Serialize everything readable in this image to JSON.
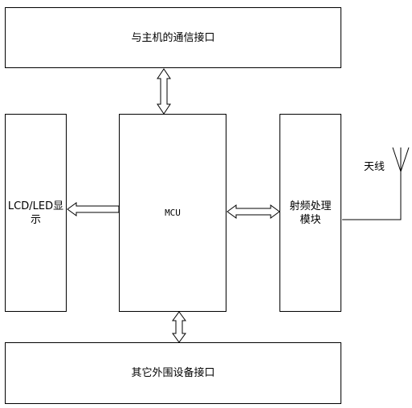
{
  "blocks": {
    "host_interface": "与主机的通信接口",
    "lcd_display": "LCD/LED显示",
    "mcu": "MCU",
    "rf_module": "射频处理模块",
    "peripheral_interface": "其它外围设备接口"
  },
  "antenna_label": "天线"
}
